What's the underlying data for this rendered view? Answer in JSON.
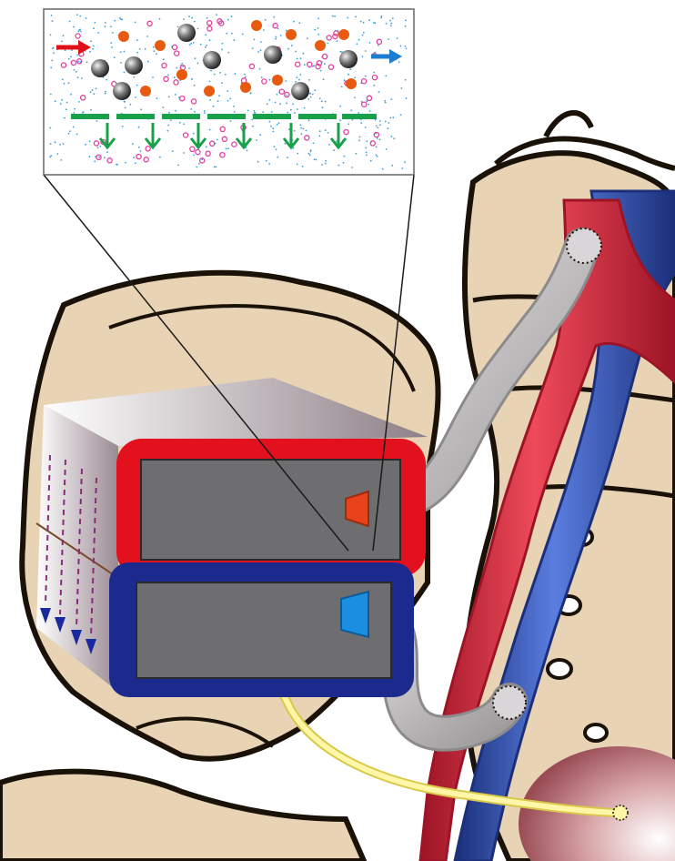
{
  "colors": {
    "background": "#ffffff",
    "bone": "#e8d3b4",
    "bone_outline": "#1a1208",
    "artery": "#d42a3c",
    "artery_shadow": "#9c1426",
    "vein": "#2f52b6",
    "vein_shadow": "#1b2f7a",
    "graft": "#c9c6c8",
    "graft_edge": "#8d8a8c",
    "device_top_frame": "#e3101d",
    "device_bottom_frame": "#1b2a8c",
    "device_chamber": "#6e6d6f",
    "device_body_light": "#ffffff",
    "device_body_shade": "#9a8a92",
    "inflow_connector": "#e8431a",
    "outflow_connector": "#1a8fe0",
    "drain_tube": "#fff6a8",
    "drain_tube_edge": "#d8c94a",
    "drain_tip": "#6b3a1a",
    "bladder": "#c98a8e",
    "filtrate_arrows": "#1a2a9c",
    "filtrate_arrows_top": "#c0102a",
    "inset_flow_in": "#e0101a",
    "inset_flow_out": "#1a7ed0",
    "membrane": "#18a04a",
    "membrane_arrows": "#18a04a",
    "large_particle": "#555555",
    "orange_particle": "#e85a10",
    "pink_particle": "#e040a0",
    "small_dots": "#3aa0d8"
  },
  "icons": {
    "inflow_arrow": "right-arrow-icon",
    "outflow_arrow": "right-arrow-icon",
    "filtration_arrows": "down-arrow-icon"
  },
  "figure": {
    "depicts": [
      "pelvic-bones",
      "iliac-artery",
      "iliac-vein",
      "implanted-filtration-device",
      "vascular-grafts",
      "drainage-tube",
      "bladder",
      "membrane-filtration-inset"
    ]
  }
}
